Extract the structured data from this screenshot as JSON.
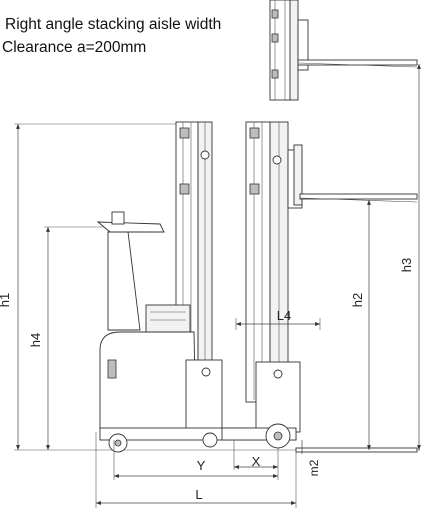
{
  "caption": {
    "line1": "Right angle stacking aisle width",
    "line2": "Clearance   a=200mm"
  },
  "dimensions": {
    "h1": "h1",
    "h2": "h2",
    "h3": "h3",
    "h4": "h4",
    "l4": "L4",
    "y": "Y",
    "x": "X",
    "m2": "m2",
    "l": "L"
  },
  "colors": {
    "line": "#333333",
    "background": "#ffffff"
  }
}
